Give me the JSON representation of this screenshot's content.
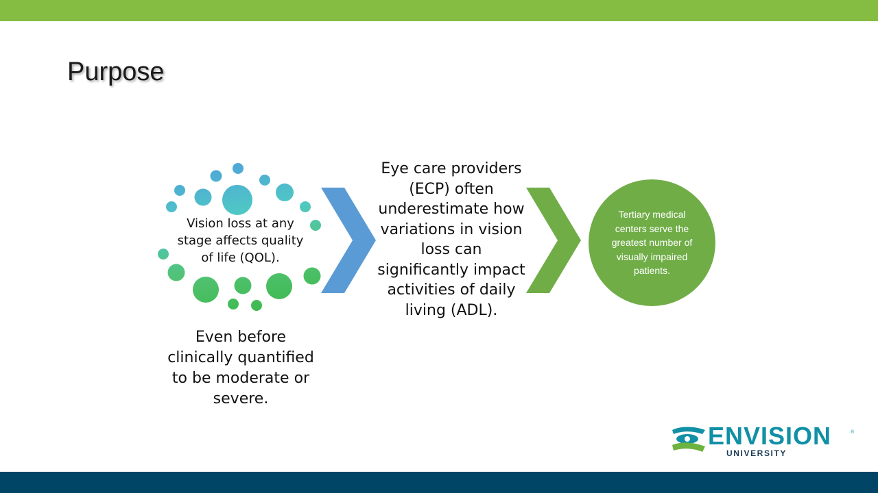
{
  "slide": {
    "title": "Purpose",
    "colors": {
      "top_bar": "#84BD41",
      "bottom_bar": "#004466",
      "chevron_blue": "#5B9BD5",
      "chevron_green": "#70AD47",
      "circle_green": "#70AD47",
      "logo_teal": "#1190A6",
      "logo_green": "#6CB33F",
      "logo_navy": "#1B3A55"
    }
  },
  "steps": {
    "one": {
      "main_text": "Vision loss at any stage affects quality of life (QOL).",
      "sub_text": "Even before clinically quantified to be moderate or severe."
    },
    "two": {
      "text": "Eye care providers (ECP) often underestimate how variations in vision loss can significantly impact activities of daily living (ADL)."
    },
    "three": {
      "text": "Tertiary medical centers serve the greatest number of visually impaired patients."
    }
  },
  "logo": {
    "word": "ENVISION",
    "registered": "®",
    "sub": "UNIVERSITY",
    "icon": "hand-eye-icon"
  }
}
